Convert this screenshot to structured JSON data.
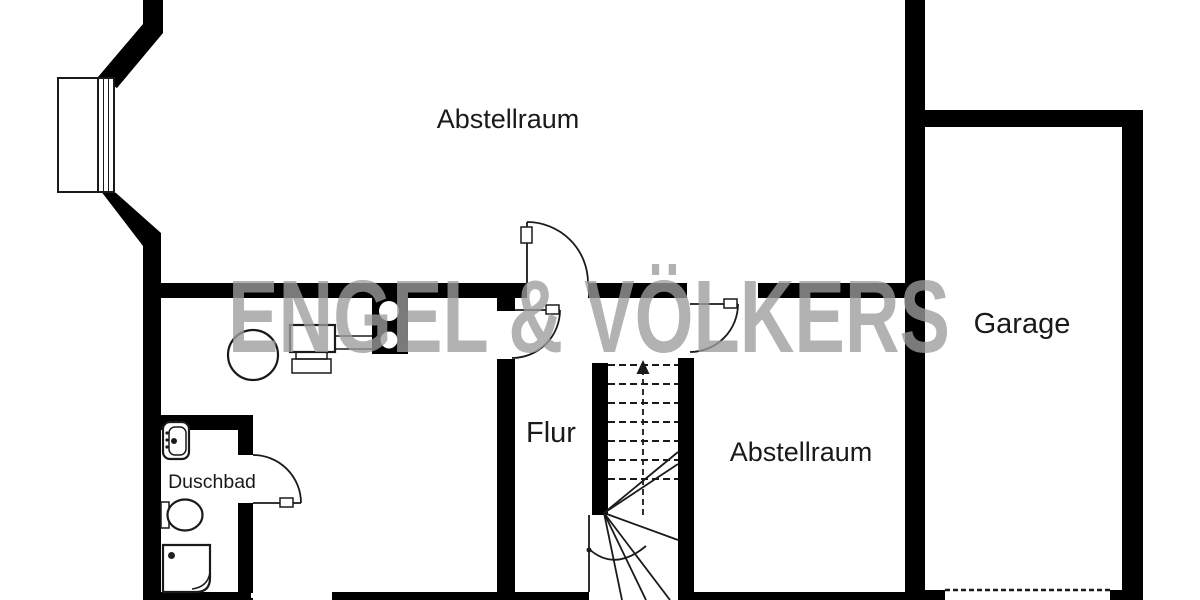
{
  "floor_plan": {
    "type": "basement-floor-plan",
    "rooms": [
      {
        "id": "abstellraum-top",
        "label": "Abstellraum"
      },
      {
        "id": "flur",
        "label": "Flur"
      },
      {
        "id": "abstellraum-right",
        "label": "Abstellraum"
      },
      {
        "id": "duschbad",
        "label": "Duschbad"
      },
      {
        "id": "garage",
        "label": "Garage"
      }
    ],
    "watermark": {
      "text": "ENGEL & VÖLKERS",
      "color": "#9d9d9d"
    },
    "colors": {
      "background": "#ffffff",
      "wall": "#000000",
      "line": "#1a1a1a",
      "watermark": "#9d9d9d"
    },
    "fixtures": [
      "corner-window",
      "round-boiler",
      "washing-machine",
      "stove-unit",
      "washbasin",
      "toilet",
      "shower-tray",
      "winder-staircase",
      "basement-window",
      "garage-door"
    ],
    "doors_count": 4
  }
}
